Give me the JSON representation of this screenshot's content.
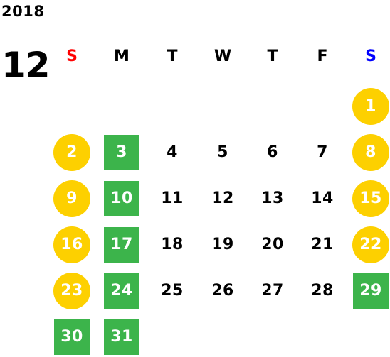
{
  "year": "2018",
  "month": "12",
  "colors": {
    "sunday_header": "#ff0000",
    "saturday_header": "#0000ff",
    "holiday_circle": "#fdd000",
    "highlight_square": "#3cb44b",
    "text": "#000000"
  },
  "weekdays": [
    {
      "label": "S",
      "color": "#ff0000"
    },
    {
      "label": "M",
      "color": "#000000"
    },
    {
      "label": "T",
      "color": "#000000"
    },
    {
      "label": "W",
      "color": "#000000"
    },
    {
      "label": "T",
      "color": "#000000"
    },
    {
      "label": "F",
      "color": "#000000"
    },
    {
      "label": "S",
      "color": "#0000ff"
    }
  ],
  "days": [
    {
      "day": "1",
      "week": 0,
      "weekday": 6,
      "style": "yellow"
    },
    {
      "day": "2",
      "week": 1,
      "weekday": 0,
      "style": "yellow"
    },
    {
      "day": "3",
      "week": 1,
      "weekday": 1,
      "style": "green"
    },
    {
      "day": "4",
      "week": 1,
      "weekday": 2,
      "style": "plain"
    },
    {
      "day": "5",
      "week": 1,
      "weekday": 3,
      "style": "plain"
    },
    {
      "day": "6",
      "week": 1,
      "weekday": 4,
      "style": "plain"
    },
    {
      "day": "7",
      "week": 1,
      "weekday": 5,
      "style": "plain"
    },
    {
      "day": "8",
      "week": 1,
      "weekday": 6,
      "style": "yellow"
    },
    {
      "day": "9",
      "week": 2,
      "weekday": 0,
      "style": "yellow"
    },
    {
      "day": "10",
      "week": 2,
      "weekday": 1,
      "style": "green"
    },
    {
      "day": "11",
      "week": 2,
      "weekday": 2,
      "style": "plain"
    },
    {
      "day": "12",
      "week": 2,
      "weekday": 3,
      "style": "plain"
    },
    {
      "day": "13",
      "week": 2,
      "weekday": 4,
      "style": "plain"
    },
    {
      "day": "14",
      "week": 2,
      "weekday": 5,
      "style": "plain"
    },
    {
      "day": "15",
      "week": 2,
      "weekday": 6,
      "style": "yellow"
    },
    {
      "day": "16",
      "week": 3,
      "weekday": 0,
      "style": "yellow"
    },
    {
      "day": "17",
      "week": 3,
      "weekday": 1,
      "style": "green"
    },
    {
      "day": "18",
      "week": 3,
      "weekday": 2,
      "style": "plain"
    },
    {
      "day": "19",
      "week": 3,
      "weekday": 3,
      "style": "plain"
    },
    {
      "day": "20",
      "week": 3,
      "weekday": 4,
      "style": "plain"
    },
    {
      "day": "21",
      "week": 3,
      "weekday": 5,
      "style": "plain"
    },
    {
      "day": "22",
      "week": 3,
      "weekday": 6,
      "style": "yellow"
    },
    {
      "day": "23",
      "week": 4,
      "weekday": 0,
      "style": "yellow"
    },
    {
      "day": "24",
      "week": 4,
      "weekday": 1,
      "style": "green"
    },
    {
      "day": "25",
      "week": 4,
      "weekday": 2,
      "style": "plain"
    },
    {
      "day": "26",
      "week": 4,
      "weekday": 3,
      "style": "plain"
    },
    {
      "day": "27",
      "week": 4,
      "weekday": 4,
      "style": "plain"
    },
    {
      "day": "28",
      "week": 4,
      "weekday": 5,
      "style": "plain"
    },
    {
      "day": "29",
      "week": 4,
      "weekday": 6,
      "style": "green"
    },
    {
      "day": "30",
      "week": 5,
      "weekday": 0,
      "style": "green"
    },
    {
      "day": "31",
      "week": 5,
      "weekday": 1,
      "style": "green"
    }
  ]
}
